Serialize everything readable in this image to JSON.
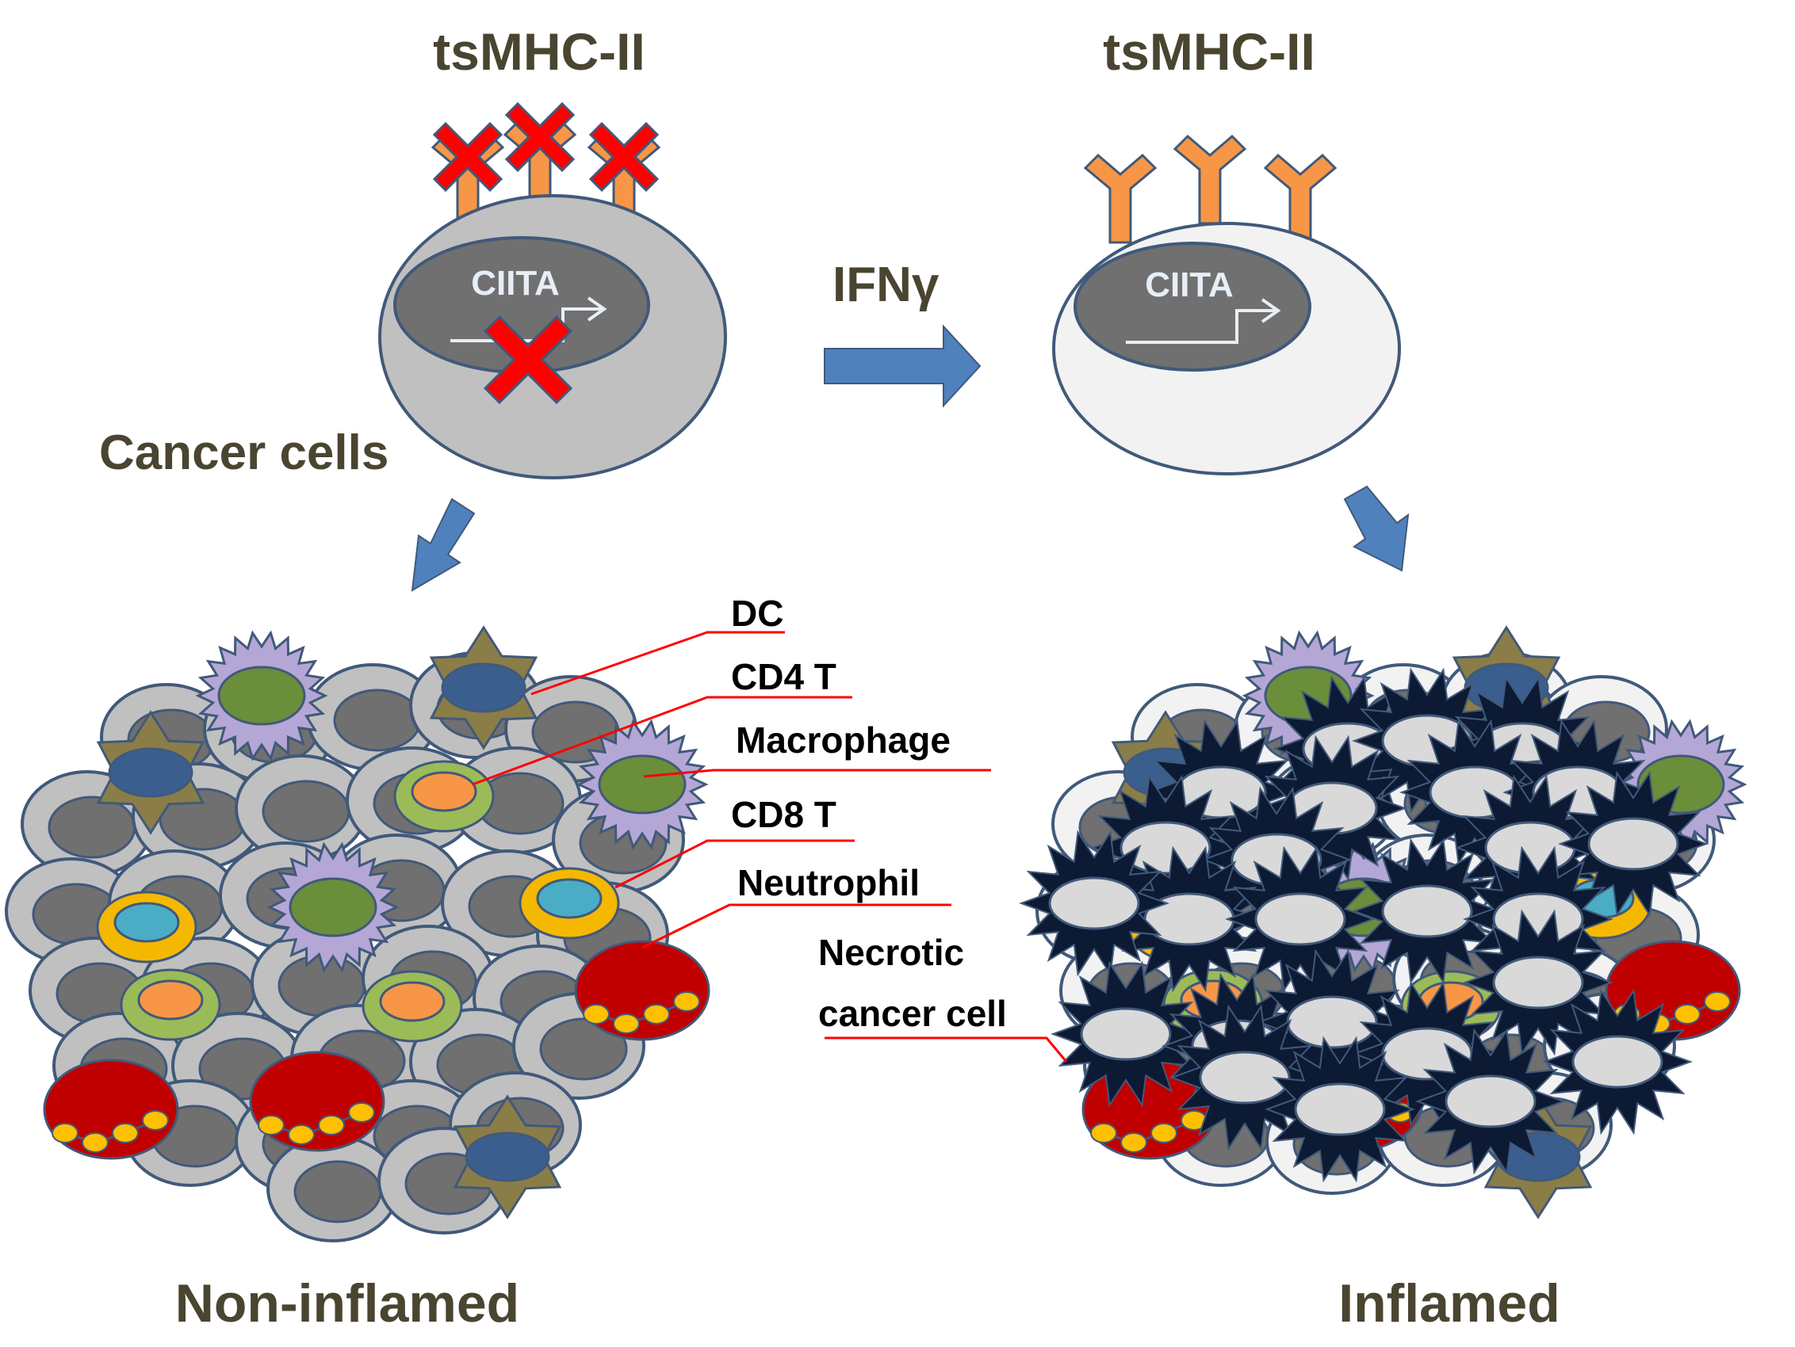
{
  "labels": {
    "tsmhc_left": "tsMHC-II",
    "tsmhc_right": "tsMHC-II",
    "ciita_left": "CIITA",
    "ciita_right": "CIITA",
    "ifn": "IFNγ",
    "cancer_cells": "Cancer cells",
    "non_inflamed": "Non-inflamed",
    "inflamed": "Inflamed"
  },
  "legend": {
    "dc": "DC",
    "cd4": "CD4 T",
    "macrophage": "Macrophage",
    "cd8": "CD8 T",
    "neutrophil": "Neutrophil",
    "necrotic_line1": "Necrotic",
    "necrotic_line2": "cancer cell"
  },
  "colors": {
    "outline": "#41597a",
    "cancer_cytoplasm_left": "#c0c0c0",
    "cancer_cytoplasm_right": "#f2f2f2",
    "nucleus": "#707070",
    "receptor": "#f79646",
    "cross": "#ff0000",
    "arrow": "#4f81bd",
    "leader": "#ff0000",
    "dc_star": "#8b7d48",
    "dc_nucleus": "#3a5f8f",
    "macrophage_body": "#b4a7d6",
    "macrophage_nucleus": "#6b8e3a",
    "cd4_ring": "#9bbb59",
    "cd4_core": "#f79646",
    "cd8_ring": "#f5b800",
    "cd8_core": "#4bacc6",
    "neutrophil_body": "#c00000",
    "neutrophil_granule": "#ffc000",
    "necrotic_spikes": "#0d1a33",
    "necrotic_core": "#d9d9d9"
  }
}
